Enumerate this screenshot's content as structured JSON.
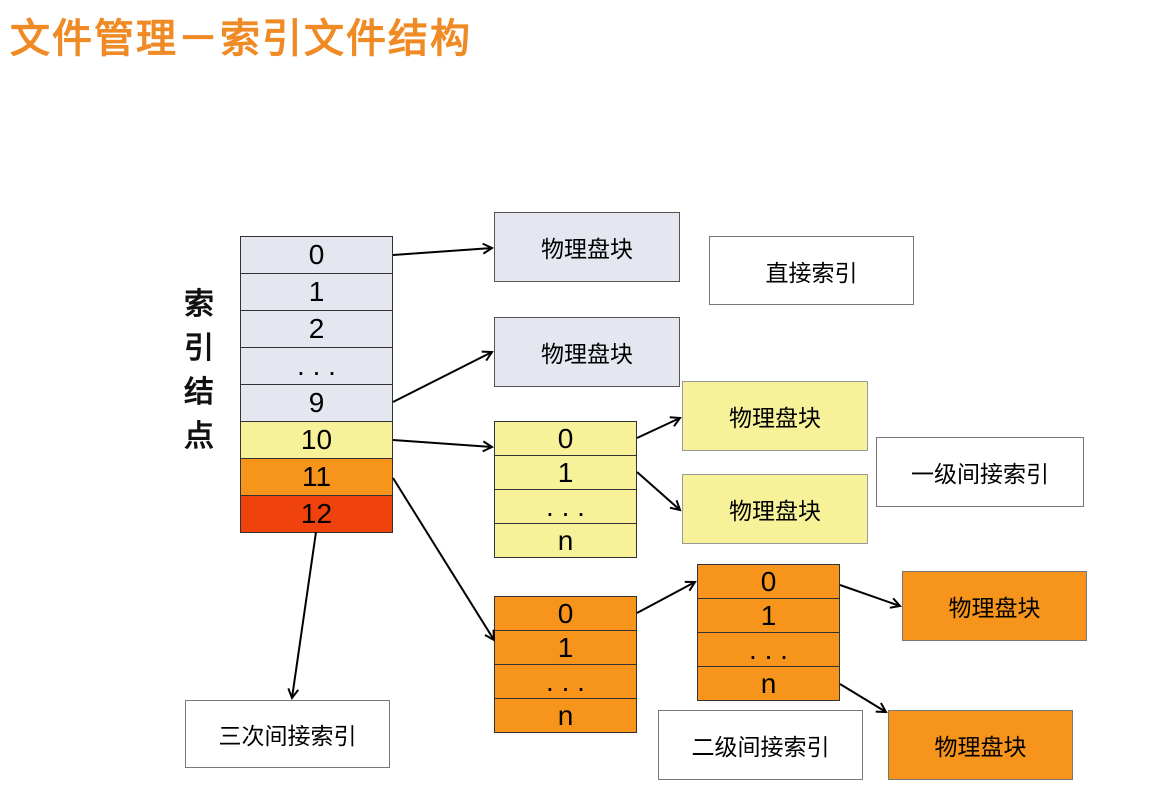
{
  "title": "文件管理－索引文件结构",
  "index_node_label": "索引结点",
  "index_node_cells": [
    {
      "text": "0",
      "color": "#e4e7f0"
    },
    {
      "text": "1",
      "color": "#e4e7f0"
    },
    {
      "text": "2",
      "color": "#e4e7f0"
    },
    {
      "text": ". . .",
      "color": "#e4e7f0"
    },
    {
      "text": "9",
      "color": "#e4e7f0"
    },
    {
      "text": "10",
      "color": "#f7f29a"
    },
    {
      "text": "11",
      "color": "#f6941b"
    },
    {
      "text": "12",
      "color": "#f0420d"
    }
  ],
  "single_index_block": [
    "0",
    "1",
    ". . .",
    "n"
  ],
  "double_index_block_1": [
    "0",
    "1",
    ". . .",
    "n"
  ],
  "double_index_block_2": [
    "0",
    "1",
    ". . .",
    "n"
  ],
  "physical_block_label": "物理盘块",
  "labels": {
    "direct": "直接索引",
    "single_indirect": "一级间接索引",
    "double_indirect": "二级间接索引",
    "triple_indirect": "三次间接索引"
  },
  "colors": {
    "title": "#f08a24",
    "direct": "#e4e7f0",
    "single": "#f7f29a",
    "double": "#f6941b",
    "triple": "#f0420d"
  }
}
